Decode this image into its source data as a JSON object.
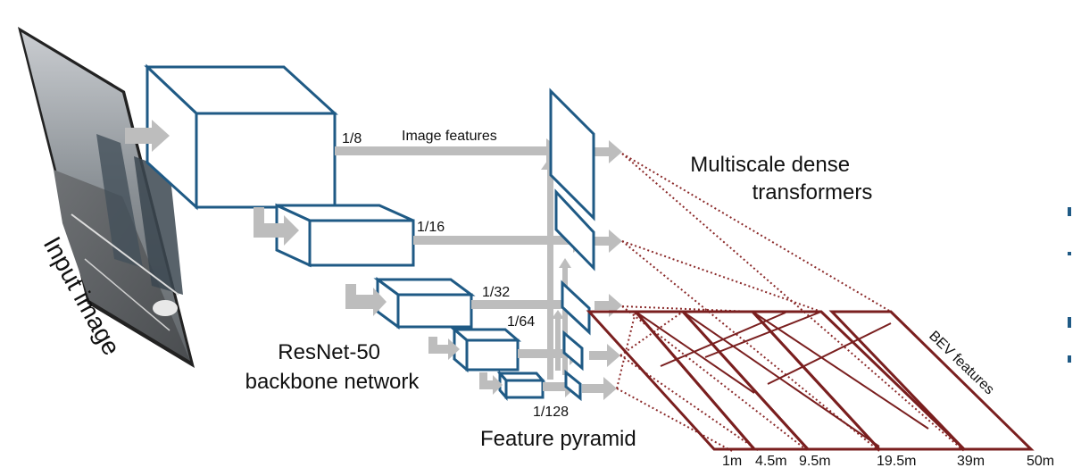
{
  "input_label": "Input image",
  "backbone_label": [
    "ResNet-50",
    "backbone network"
  ],
  "pyramid_label": "Feature pyramid",
  "transformer_label": [
    "Multiscale dense",
    "transformers"
  ],
  "image_features_label": "Image features",
  "bev_features_label": "BEV features",
  "scales": [
    "1/8",
    "1/16",
    "1/32",
    "1/64",
    "1/128"
  ],
  "distances": [
    "1m",
    "4.5m",
    "9.5m",
    "19.5m",
    "39m",
    "50m"
  ],
  "colors": {
    "backbone": "#1f5a85",
    "bev": "#7a1f1f",
    "arrows": "#bdbdbd"
  }
}
